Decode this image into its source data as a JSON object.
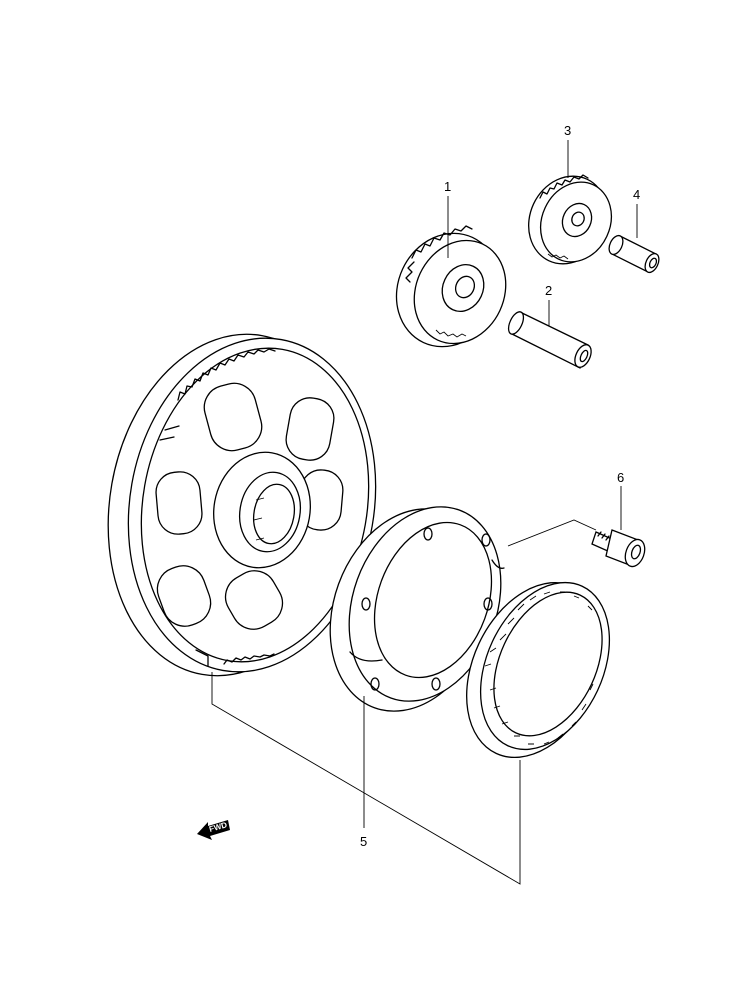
{
  "callouts": {
    "p1": "1",
    "p2": "2",
    "p3": "3",
    "p4": "4",
    "p5": "5",
    "p6": "6"
  },
  "fwd_label": "FWD",
  "colors": {
    "line": "#000000",
    "background": "#ffffff"
  }
}
